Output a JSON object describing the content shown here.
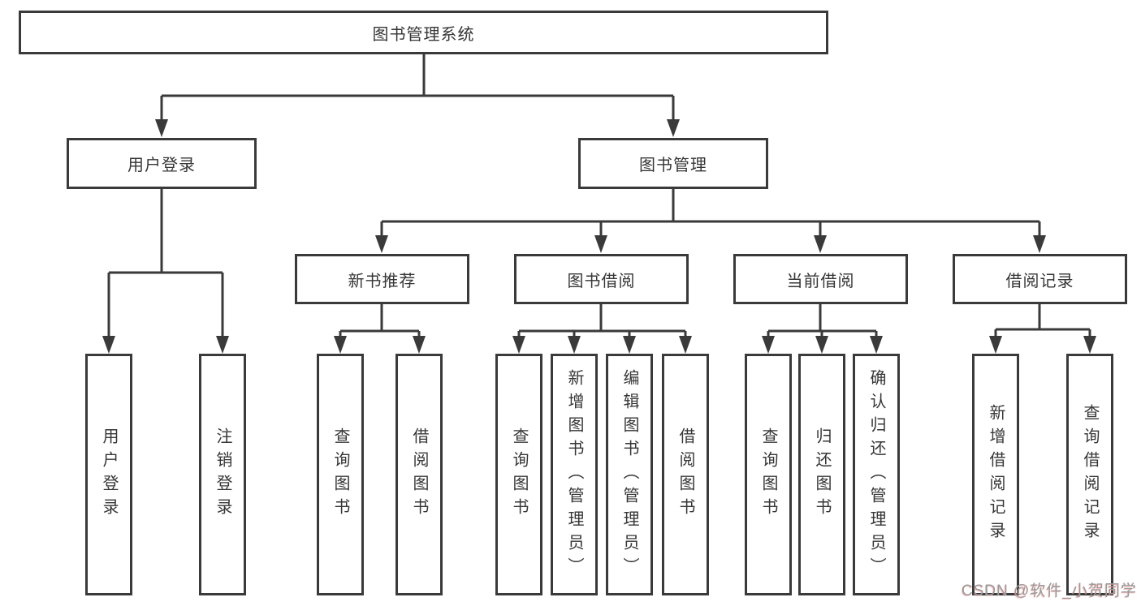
{
  "diagram_title": "图书管理系统",
  "nodes": {
    "root": "图书管理系统",
    "user_login": "用户登录",
    "book_manage": "图书管理",
    "leaf_user_login": "用户登录",
    "leaf_logout": "注销登录",
    "new_book_rec": "新书推荐",
    "book_borrow": "图书借阅",
    "current_borrow": "当前借阅",
    "borrow_record": "借阅记录",
    "nbr_query_book": "查询图书",
    "nbr_borrow_book": "借阅图书",
    "bb_query_book": "查询图书",
    "bb_add_book": "新增图书（管理员）",
    "bb_edit_book": "编辑图书（管理员）",
    "bb_borrow_book": "借阅图书",
    "cb_query_book": "查询图书",
    "cb_return_book": "归还图书",
    "cb_confirm_return": "确认归还（管理员）",
    "br_add_record": "新增借阅记录",
    "br_query_record": "查询借阅记录"
  },
  "watermark": "CSDN @软件_小贺同学",
  "colors": {
    "line": "#3a3a3a",
    "box_border": "#3a3a3a",
    "text": "#363636",
    "watermark": "#9a9a9a"
  }
}
